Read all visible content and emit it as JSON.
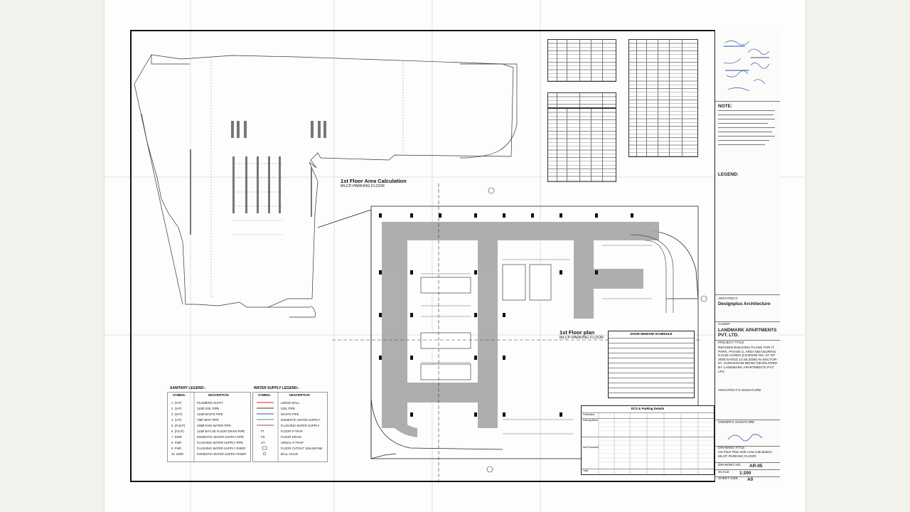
{
  "drawing": {
    "first_floor_area": {
      "title": "1st Floor Area Calculation",
      "subtitle": "MLCP-PARKING FLOOR"
    },
    "first_floor_plan": {
      "title": "1st Floor plan",
      "subtitle": "MLCP-PARKING FLOOR"
    },
    "door_window_schedule": {
      "title": "DOOR WINDOW SCHEDULE"
    },
    "ecs_parking": {
      "title": "ECS & Parking Details",
      "rows": [
        "Particulars",
        "Parking Block",
        "Non Proposed",
        "Total"
      ]
    },
    "sanitary_legend": {
      "title": "SANITARY LEGEND:-",
      "col_symbol": "SYMBOL",
      "col_description": "DESCRIPTION",
      "items": [
        {
          "num": "1",
          "sym": "(S-P)",
          "desc": "PLUMBING SHAFT"
        },
        {
          "num": "2",
          "sym": "(S-P)",
          "desc": "110Ø SOIL PIPE"
        },
        {
          "num": "3",
          "sym": "(W-P)",
          "desc": "110Ø WASTE PIPE"
        },
        {
          "num": "4",
          "sym": "(V-P)",
          "desc": "75Ø VENT PIPE"
        },
        {
          "num": "5",
          "sym": "(R.W.P)",
          "desc": "160Ø RAIN WATER PIPE"
        },
        {
          "num": "6",
          "sym": "(F.D.P)",
          "desc": "110Ø 50TLOE FLOOR DRAIN PIPE"
        },
        {
          "num": "7",
          "sym": "DWR",
          "desc": "DOMESTIC WATER SUPPLY PIPE"
        },
        {
          "num": "8",
          "sym": "FWR",
          "desc": "FLUSHING WATER SUPPLY PIPE"
        },
        {
          "num": "9",
          "sym": "FWR",
          "desc": "FLUSHING WATER SUPPLY RISER"
        },
        {
          "num": "10",
          "sym": "DWR",
          "desc": "DOMESTIC WATER SUPPLY RISER"
        }
      ]
    },
    "water_legend": {
      "title": "WATER SUPPLY LEGEND:-",
      "col_symbol": "SYMBOL",
      "col_description": "DESCRIPTION",
      "items": [
        {
          "sym": "",
          "desc": "LEDGE WALL"
        },
        {
          "sym": "",
          "desc": "SOIL PIPE"
        },
        {
          "sym": "",
          "desc": "WASTE PIPE"
        },
        {
          "sym": "",
          "desc": "DOMESTIC WATER SUPPLY"
        },
        {
          "sym": "",
          "desc": "FLUSHING WATER SUPPLY"
        },
        {
          "sym": "FT",
          "desc": "FLOOR P-TRAP"
        },
        {
          "sym": "FD",
          "desc": "FLOOR DRAIN"
        },
        {
          "sym": "UT",
          "desc": "URINAL P-TRAP"
        },
        {
          "sym": "",
          "desc": "FLOOR CUTOUT 150x150 MM"
        },
        {
          "sym": "",
          "desc": "BALL VALVE"
        }
      ]
    }
  },
  "titleblock": {
    "note_label": "NOTE:",
    "legend_label": "LEGEND:",
    "architect_label": "ARCHITECT:",
    "architect_name": "Designplus Architecture",
    "client_label": "CLIENT",
    "client_name": "LANDMARK APARTMENTS PVT. LTD.",
    "project_label": "PROJECT TITLE",
    "project_title": "REVISED BUILDING PLANS FOR IT PARK, PHASE-2, AREA MEASURING 8.2125 ACRES (LICENSE NO. 97 OF 2008 DATED 12.05.2008) IN SECTOR-67, GURUGRAM BEING DEVELOPED BY LANDMARK APARTMENTS PVT. LTD.",
    "architect_signature": "ARCHITECT'S SIGNATURE",
    "owner_signature": "OWNER'S SIGNATURE",
    "drawing_title_label": "DRAWING TITLE",
    "drawing_title": "1st Floor Plan with Area Calculation MLCP PARKING FLOOR",
    "drawing_no_label": "DRAWING NO.",
    "drawing_no": "AR-05",
    "scale_label": "SCALE",
    "scale": "1:200",
    "sheet_size_label": "SHEET SIZE",
    "sheet_size": "A0"
  },
  "colors": {
    "paper": "#fdfdfb",
    "ink": "#111111",
    "hatch": "#a6a6a6"
  }
}
